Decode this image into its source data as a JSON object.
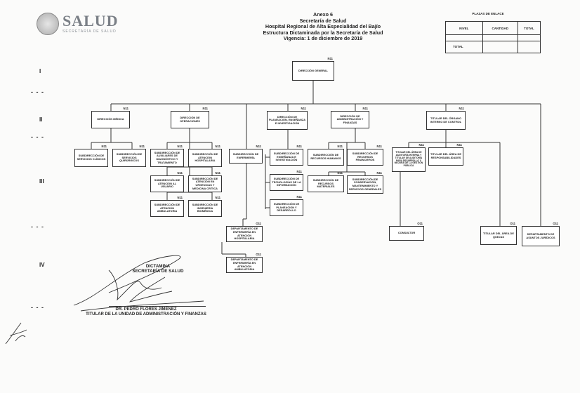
{
  "logo": {
    "word": "SALUD",
    "subtitle": "SECRETARÍA DE SALUD"
  },
  "header": {
    "line1": "Anexo 6",
    "line2": "Secretaría de Salud",
    "line3": "Hospital Regional de Alta Especialidad del Bajío",
    "line4": "Estructura Dictaminada por la Secretaría de Salud",
    "line5": "Vigencia: 1 de diciembre de 2019"
  },
  "plazas": {
    "caption": "PLAZAS DE ENLACE",
    "col_nivel": "NIVEL",
    "col_cantidad": "CANTIDAD",
    "col_total": "TOTAL",
    "row_total": "TOTAL"
  },
  "levels": {
    "i": "I",
    "ii": "II",
    "iii": "III",
    "iv": "IV",
    "dash": "- - -"
  },
  "boxes": {
    "dg": {
      "label": "DIRECCIÓN GENERAL",
      "code": "N11"
    },
    "dmed": {
      "label": "DIRECCIÓN MÉDICA",
      "code": "N11"
    },
    "dop": {
      "label": "DIRECCIÓN DE OPERACIONES",
      "code": "N11"
    },
    "dplan": {
      "label": "DIRECCIÓN DE PLANEACIÓN, ENSEÑANZA E INVESTIGACIÓN",
      "code": "N11"
    },
    "dadm": {
      "label": "DIRECCIÓN DE ADMINISTRACIÓN Y FINANZAS",
      "code": "N11"
    },
    "oic": {
      "label": "TITULAR DEL ÓRGANO INTERNO DE CONTROL",
      "code": "N11"
    },
    "sclin": {
      "label": "SUBDIRECCIÓN DE SERVICIOS CLÍNICOS",
      "code": "N11"
    },
    "squir": {
      "label": "SUBDIRECCIÓN DE SERVICIOS QUIRÚRGICOS",
      "code": "N11"
    },
    "saux": {
      "label": "SUBDIRECCIÓN DE AUXILIARES DE DIAGNÓSTICO Y TRATAMIENTO",
      "code": "N11"
    },
    "shosp": {
      "label": "SUBDIRECCIÓN DE ATENCIÓN HOSPITALARIA",
      "code": "N11"
    },
    "susu": {
      "label": "SUBDIRECCIÓN DE ATENCIÓN AL USUARIO",
      "code": "N11"
    },
    "surg": {
      "label": "SUBDIRECCIÓN DE ATENCIÓN EN URGENCIAS Y MEDICINA CRÍTICA",
      "code": "N11"
    },
    "samb": {
      "label": "SUBDIRECCIÓN DE ATENCIÓN AMBULATORIA",
      "code": "N11"
    },
    "sbio": {
      "label": "SUBDIRECCIÓN DE INGENIERÍA BIOMÉDICA",
      "code": "N11"
    },
    "senf": {
      "label": "SUBDIRECCIÓN DE ENFERMERÍA",
      "code": "N11"
    },
    "sens": {
      "label": "SUBDIRECCIÓN DE ENSEÑANZA E INVESTIGACIÓN",
      "code": "N11"
    },
    "stec": {
      "label": "SUBDIRECCIÓN DE TECNOLOGÍAS DE LA INFORMACIÓN",
      "code": "N11"
    },
    "splan": {
      "label": "SUBDIRECCIÓN DE PLANEACIÓN Y DESARROLLO",
      "code": "N11"
    },
    "srh": {
      "label": "SUBDIRECCIÓN DE RECURSOS HUMANOS",
      "code": "N11"
    },
    "srf": {
      "label": "SUBDIRECCIÓN DE RECURSOS FINANCIEROS",
      "code": "N11"
    },
    "srm": {
      "label": "SUBDIRECCIÓN DE RECURSOS MATERIALES",
      "code": "N11"
    },
    "scons": {
      "label": "SUBDIRECCIÓN DE CONSERVACIÓN, MANTENIMIENTO Y SERVICIOS GENERALES",
      "code": "N11"
    },
    "tauditoria": {
      "label": "TITULAR DEL ÁREA DE AUDITORÍA INTERNA Y TITULAR DE AUDITORÍA PARA DESARROLLO Y MEJORA DE LA GESTIÓN PÚBLICA",
      "code": "N11"
    },
    "tresp": {
      "label": "TITULAR DEL ÁREA DE RESPONSABILIDADES",
      "code": "N11"
    },
    "denfh": {
      "label": "DEPARTAMENTO DE ENFERMERÍA EN ATENCIÓN HOSPITALARIA",
      "code": "O11"
    },
    "denfa": {
      "label": "DEPARTAMENTO DE ENFERMERÍA EN ATENCIÓN AMBULATORIA",
      "code": "O11"
    },
    "consultor": {
      "label": "CONSULTOR",
      "code": "O11"
    },
    "tquejas": {
      "label": "TITULAR DEL ÁREA DE QUEJAS",
      "code": "O11"
    },
    "dajur": {
      "label": "DEPARTAMENTO DE ASUNTOS JURÍDICOS",
      "code": "O11"
    }
  },
  "signature": {
    "stamp_line1": "DICTAMINA",
    "stamp_line2": "SECRETARÍA DE SALUD",
    "signer_name": "DR. PEDRO FLORES JIMÉNEZ",
    "signer_title": "TITULAR DE LA UNIDAD DE ADMINISTRACIÓN Y FINANZAS"
  }
}
